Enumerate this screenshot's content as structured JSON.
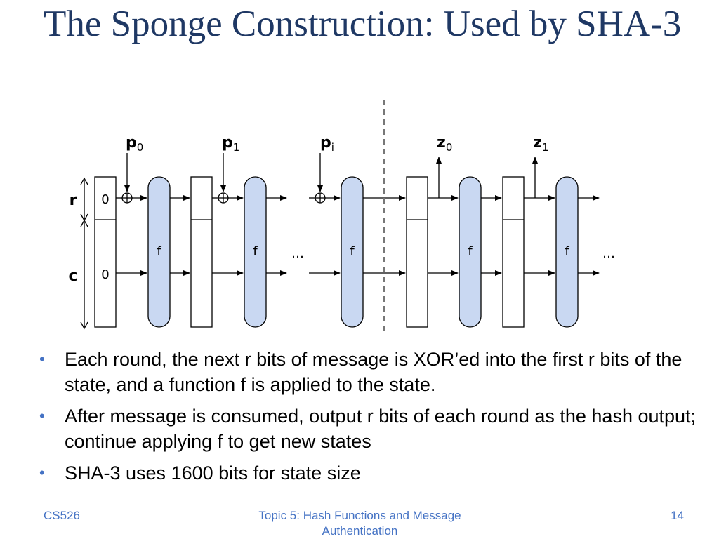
{
  "slide": {
    "title": "The Sponge Construction: Used by SHA-3"
  },
  "diagram": {
    "inputs": [
      "p",
      "p",
      "p"
    ],
    "input_subscripts": [
      "0",
      "1",
      "i"
    ],
    "outputs": [
      "z",
      "z"
    ],
    "output_subscripts": [
      "0",
      "1"
    ],
    "rate_label": "r",
    "capacity_label": "c",
    "initial_rate_value": "0",
    "initial_capacity_value": "0",
    "function_label": "f",
    "ellipsis": "…",
    "colors": {
      "function_fill": "#c9d8f2",
      "stroke": "#000000",
      "divider": "#777777"
    }
  },
  "bullets": [
    "Each round, the next r bits of message is XOR’ed into the first r bits of the state, and a function f is applied to the state.",
    "After message is consumed, output r bits of each round as the hash output; continue applying f to get new states",
    "SHA-3 uses 1600 bits for state size"
  ],
  "bullet_marker": "•",
  "footer": {
    "left": "CS526",
    "center": "Topic 5: Hash Functions and Message Authentication",
    "right": "14"
  }
}
